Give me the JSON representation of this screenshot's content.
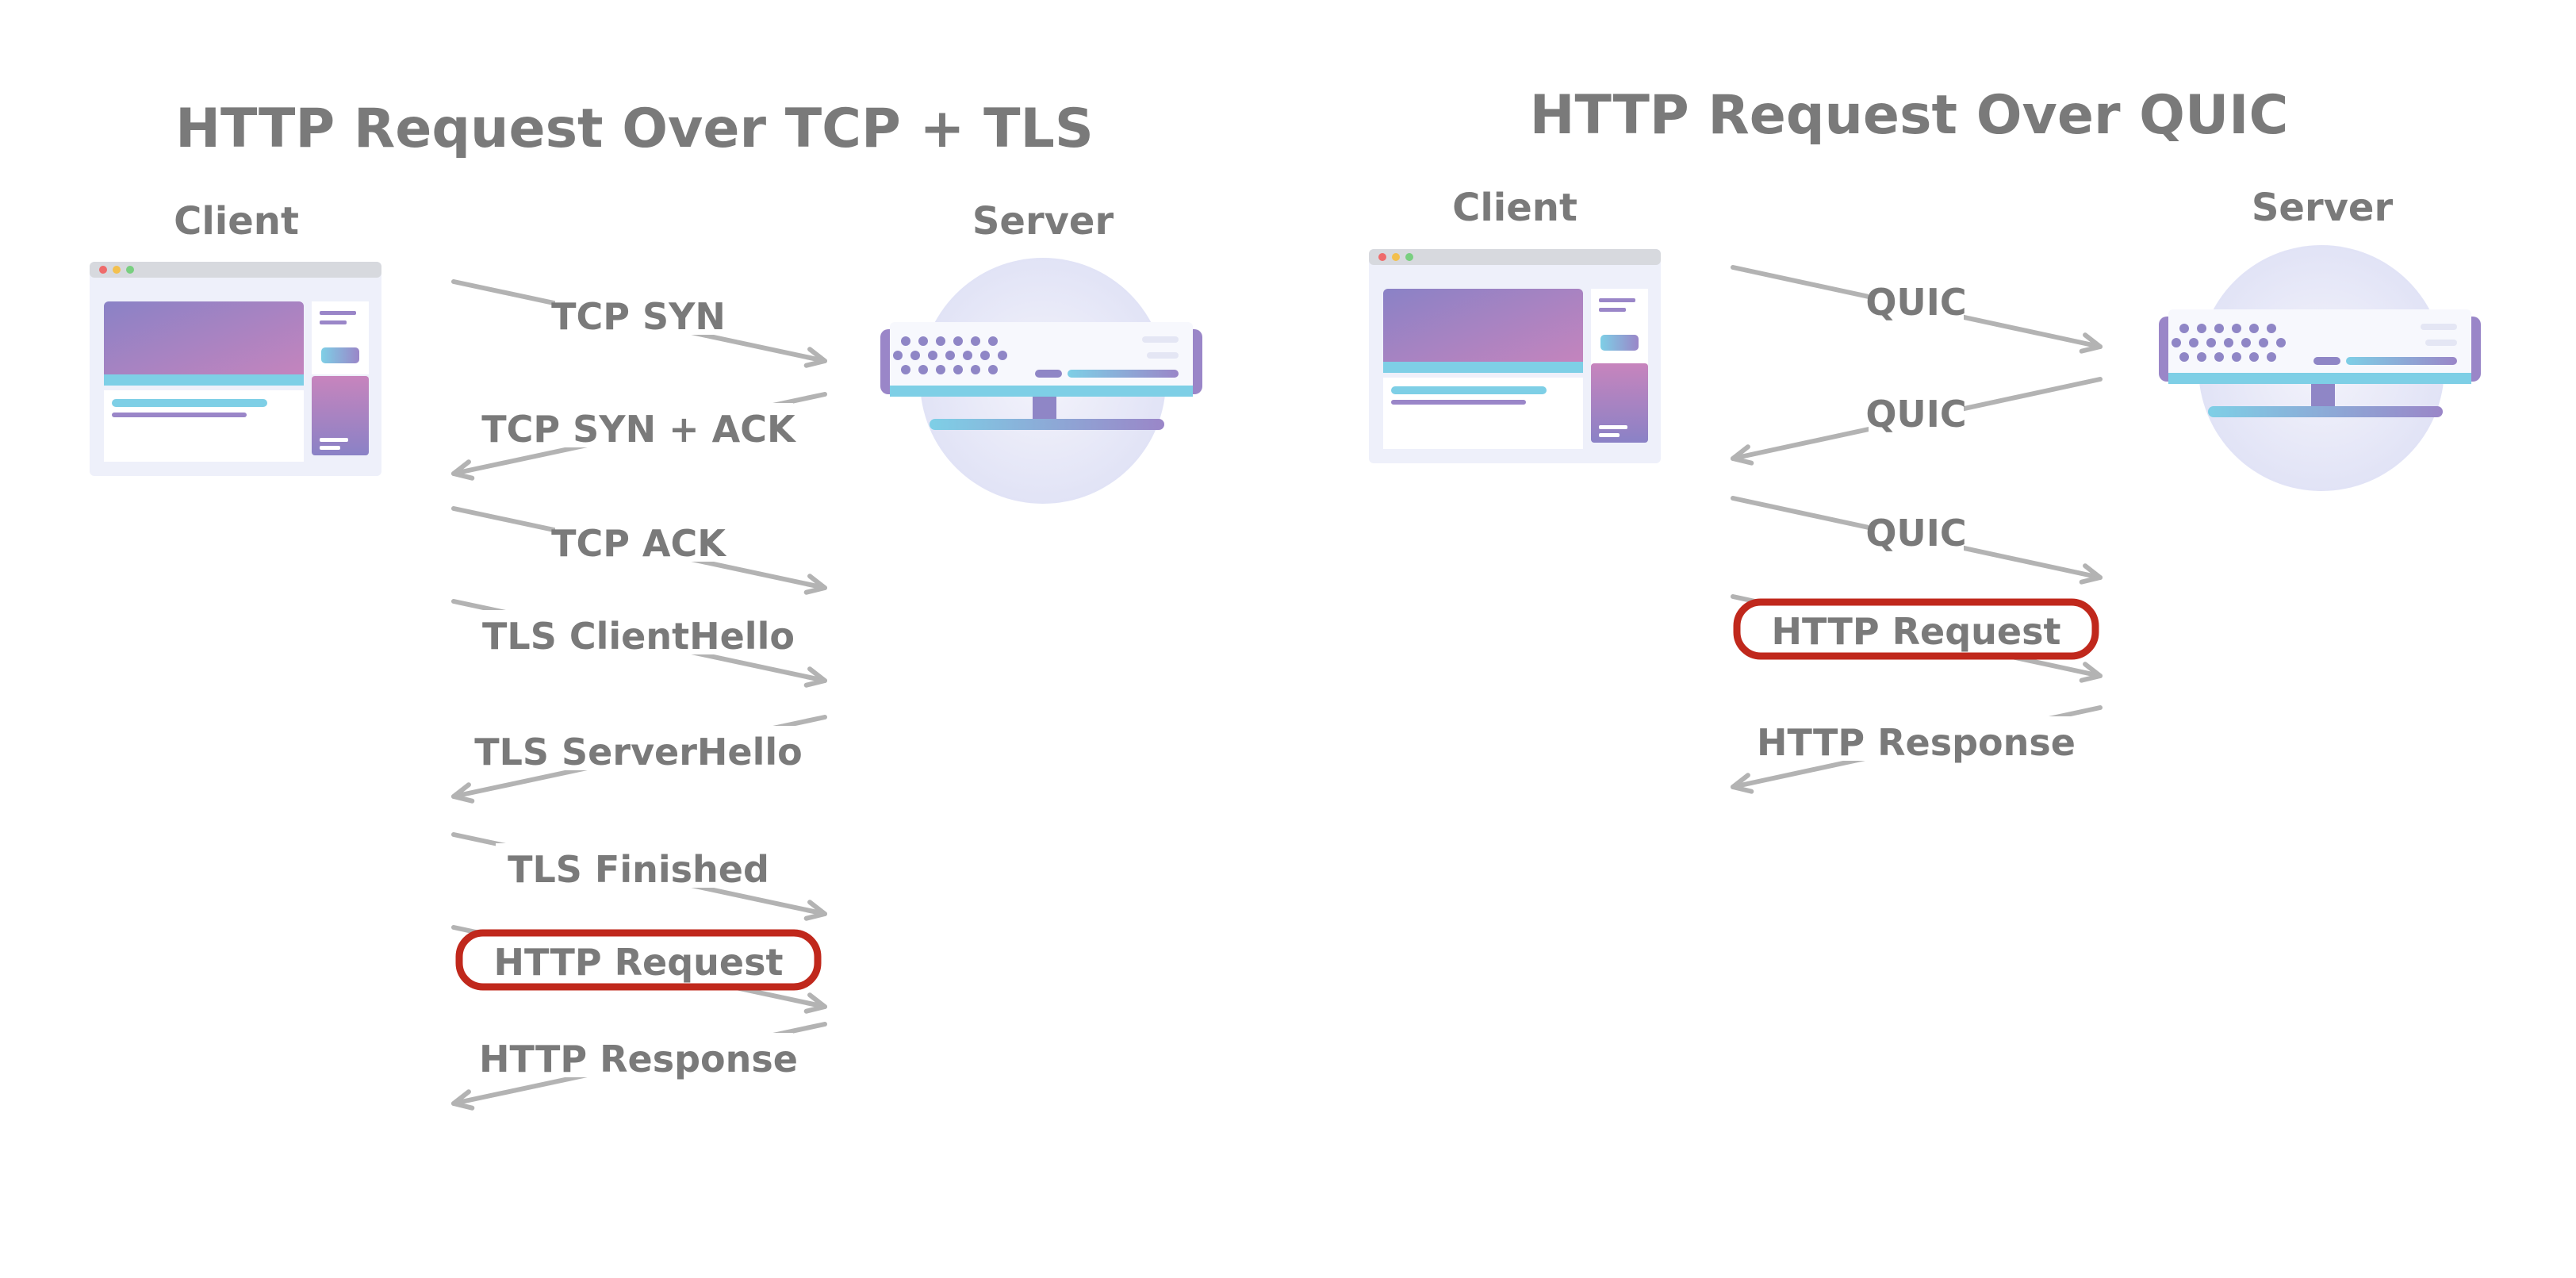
{
  "diagrams": [
    {
      "title": "HTTP Request Over TCP + TLS",
      "client_label": "Client",
      "server_label": "Server",
      "messages": [
        {
          "label": "TCP SYN",
          "direction": "to-server",
          "highlight": false
        },
        {
          "label": "TCP SYN + ACK",
          "direction": "to-client",
          "highlight": false
        },
        {
          "label": "TCP ACK",
          "direction": "to-server",
          "highlight": false
        },
        {
          "label": "TLS ClientHello",
          "direction": "to-server",
          "highlight": false
        },
        {
          "label": "TLS ServerHello",
          "direction": "to-client",
          "highlight": false
        },
        {
          "label": "TLS Finished",
          "direction": "to-server",
          "highlight": false
        },
        {
          "label": "HTTP Request",
          "direction": "to-server",
          "highlight": true
        },
        {
          "label": "HTTP Response",
          "direction": "to-client",
          "highlight": false
        }
      ]
    },
    {
      "title": "HTTP Request Over QUIC",
      "client_label": "Client",
      "server_label": "Server",
      "messages": [
        {
          "label": "QUIC",
          "direction": "to-server",
          "highlight": false
        },
        {
          "label": "QUIC",
          "direction": "to-client",
          "highlight": false
        },
        {
          "label": "QUIC",
          "direction": "to-server",
          "highlight": false
        },
        {
          "label": "HTTP Request",
          "direction": "to-server",
          "highlight": true
        },
        {
          "label": "HTTP Response",
          "direction": "to-client",
          "highlight": false
        }
      ]
    }
  ],
  "colors": {
    "text": "#7a7a7a",
    "arrow": "#b3b3b3",
    "highlight": "#c0281c",
    "lifeline_client_top": "#7ecfe6",
    "lifeline_client_bottom": "#9a86c8",
    "lifeline_server_top": "#c07cc0",
    "lifeline_server_bottom": "#8f86c6"
  }
}
